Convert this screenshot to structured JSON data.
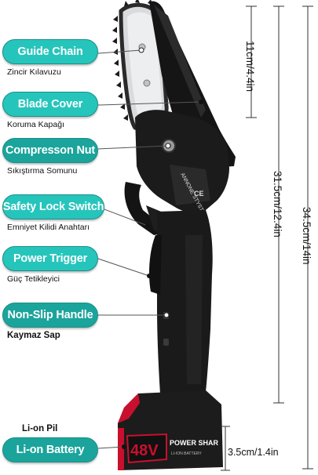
{
  "labels": [
    {
      "title": "Guide Chain",
      "subtitle": "Zincir Kılavuzu"
    },
    {
      "title": "Blade Cover",
      "subtitle": "Koruma Kapağı"
    },
    {
      "title": "Compresson Nut",
      "subtitle": "Sıkıştırma Somunu"
    },
    {
      "title": "Safety Lock Switch",
      "subtitle": "Emniyet Kilidi Anahtarı"
    },
    {
      "title": "Power Trigger",
      "subtitle": "Güç Tetikleyici"
    },
    {
      "title": "Non-Slip Handle",
      "subtitle": "Kaymaz Sap"
    }
  ],
  "battery_label": {
    "title": "Li-on Battery",
    "subtitle": "Li-on Pil"
  },
  "dimensions": {
    "bar_length": "11cm/4.4in",
    "body_length": "31.5cm/12.4in",
    "total_length": "34.5cm/14in",
    "battery_height": "3.5cm/1.4in"
  },
  "product_text": {
    "battery_voltage": "48V",
    "battery_brand": "POWER SHAR",
    "battery_small": "LI-ION BATTERY",
    "body_brand": "ANNONE STYSTEMS",
    "ce_mark": "CE"
  },
  "colors": {
    "label_bright": "#26c5bc",
    "label_dark": "#1aa49c",
    "battery_accent": "#c8102e"
  }
}
